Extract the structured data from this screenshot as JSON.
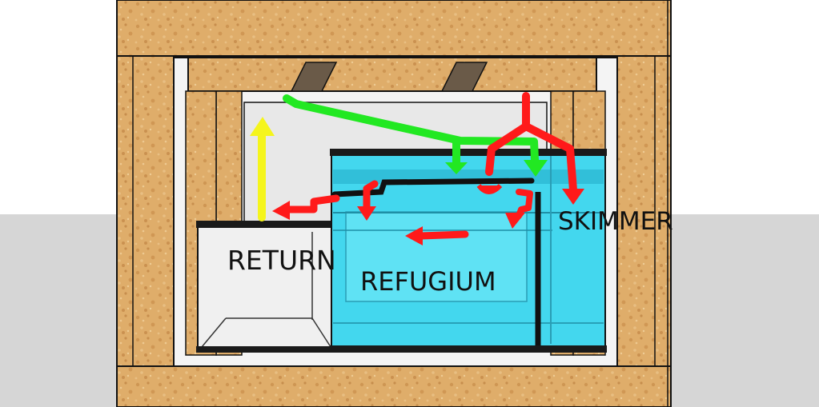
{
  "labels": {
    "return": "RETURN",
    "refugium": "REFUGIUM",
    "skimmer": "SKIMMER"
  },
  "colors": {
    "background_top": "#ffffff",
    "floor": "#d6d6d6",
    "plywood": "#dfad6a",
    "plywood_grain": "#c88c49",
    "outline": "#111111",
    "water": "#43d7ee",
    "water_deep": "#31bfd9",
    "glass_tank": "#f0f0f0",
    "arrow_red": "#ff1a1a",
    "arrow_green": "#22e822",
    "arrow_yellow": "#f5f51c"
  }
}
